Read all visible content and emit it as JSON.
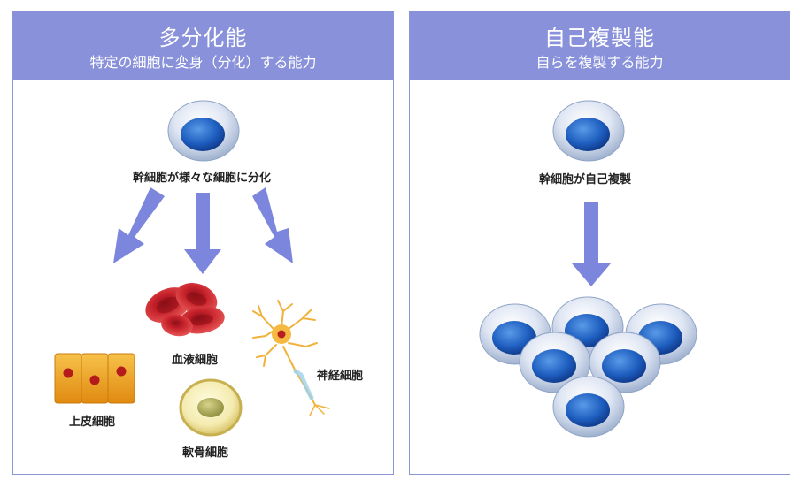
{
  "left_panel": {
    "title": "多分化能",
    "subtitle": "特定の細胞に変身（分化）する能力",
    "caption": "幹細胞が様々な細胞に分化",
    "cells": {
      "blood": "血液細胞",
      "nerve": "神経細胞",
      "epithelial": "上皮細胞",
      "cartilage": "軟骨細胞"
    }
  },
  "right_panel": {
    "title": "自己複製能",
    "subtitle": "自らを複製する能力",
    "caption": "幹細胞が自己複製"
  },
  "colors": {
    "header_bg": "#8891d9",
    "arrow": "#7b86dc",
    "cell_blue": "#1f5fc0",
    "blood_red": "#c7222b",
    "epithelial_orange": "#f0a21e"
  }
}
